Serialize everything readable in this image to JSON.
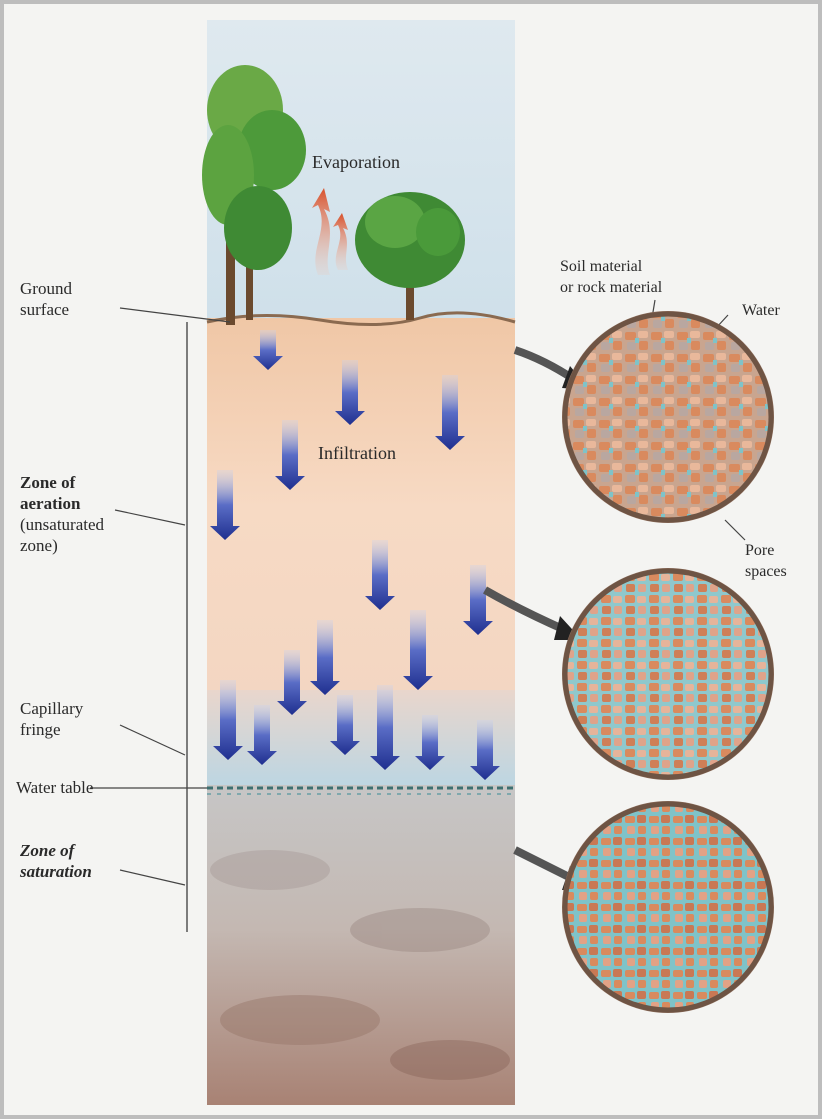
{
  "labels": {
    "evaporation": "Evaporation",
    "infiltration": "Infiltration",
    "ground_surface": "Ground\nsurface",
    "zone_aeration_title": "Zone of\naeration",
    "zone_aeration_sub": "(unsaturated\nzone)",
    "capillary_fringe": "Capillary\nfringe",
    "water_table": "Water table",
    "zone_saturation": "Zone of\nsaturation",
    "soil_material": "Soil material\nor rock material",
    "water": "Water",
    "pore_spaces": "Pore\nspaces"
  },
  "colors": {
    "sky": "#cfe0ea",
    "soil_top": "#f3cfb0",
    "soil_mid": "#f6d6bf",
    "fringe": "#c7dce6",
    "saturated": "#c9bdb8",
    "bedrock": "#a8857a",
    "arrow_blue": "#2c3f9e",
    "evap_arrow": "#d8502a",
    "tree_green": "#4d9a3a",
    "grain_orange": "#d98a5e",
    "grain_cyan": "#7fc3c8"
  },
  "icons": [
    "tree-icon",
    "evaporation-arrow-icon",
    "infiltration-arrow-icon",
    "magnifier-circle-icon"
  ]
}
